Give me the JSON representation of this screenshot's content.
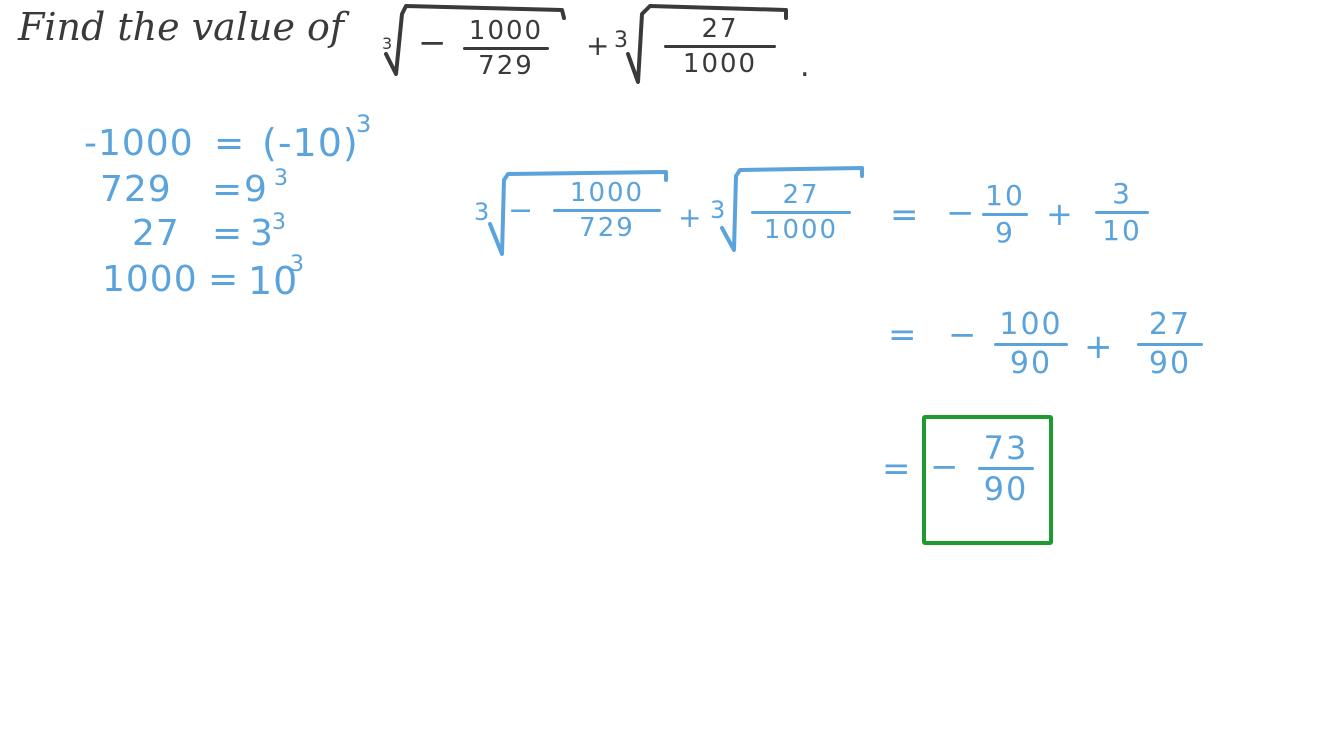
{
  "colors": {
    "question_ink": "#3a3a3a",
    "work_ink": "#5aa3dc",
    "answer_box": "#1e9a2e",
    "background": "#ffffff"
  },
  "question": {
    "prompt": "Find the value of",
    "term1": {
      "root_index": "3",
      "sign": "−",
      "numerator": "1000",
      "denominator": "729"
    },
    "plus": "+",
    "term2": {
      "root_index": "3",
      "numerator": "27",
      "denominator": "1000"
    },
    "period": "."
  },
  "cube_facts": [
    {
      "lhs": "-1000",
      "eq": "=",
      "base": "(-10)",
      "exp": "3"
    },
    {
      "lhs": "729",
      "eq": "=",
      "base": "9",
      "exp": "3"
    },
    {
      "lhs": "27",
      "eq": "=",
      "base": "3",
      "exp": "3"
    },
    {
      "lhs": "1000",
      "eq": "=",
      "base": "10",
      "exp": "3"
    }
  ],
  "work": {
    "line1": {
      "term1": {
        "root_index": "3",
        "sign": "−",
        "numerator": "1000",
        "denominator": "729"
      },
      "plus": "+",
      "term2": {
        "root_index": "3",
        "numerator": "27",
        "denominator": "1000"
      },
      "eq": "=",
      "r1_sign": "−",
      "r1_num": "10",
      "r1_den": "9",
      "r_plus": "+",
      "r2_num": "3",
      "r2_den": "10"
    },
    "line2": {
      "eq": "=",
      "sign": "−",
      "f1_num": "100",
      "f1_den": "90",
      "plus": "+",
      "f2_num": "27",
      "f2_den": "90"
    },
    "line3": {
      "eq": "=",
      "sign": "−",
      "num": "73",
      "den": "90"
    }
  },
  "final_answer": "-73/90"
}
